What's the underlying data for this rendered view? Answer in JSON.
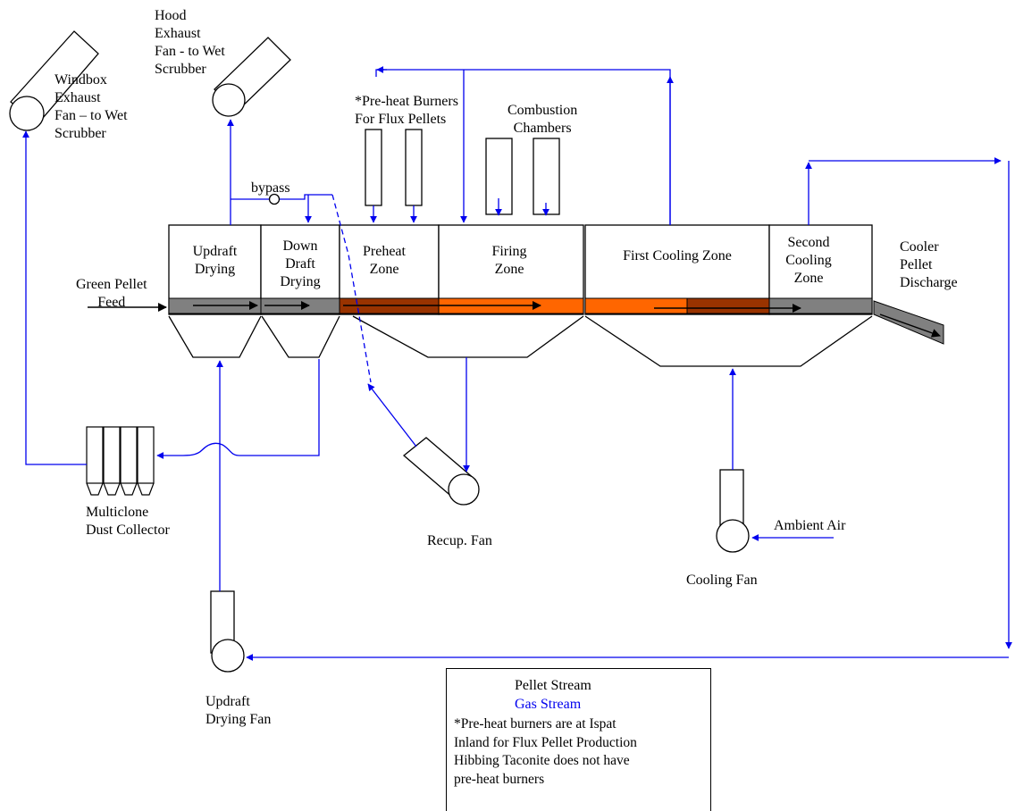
{
  "title": "",
  "colors": {
    "gas": "#0000ee",
    "pellet": "#000000",
    "grate_gray": "#808080",
    "preheat_grate": "#993300",
    "firing_grate": "#ff6600"
  },
  "labels": {
    "windbox_fan": "Windbox\nExhaust\nFan – to Wet\nScrubber",
    "hood_fan": "Hood\nExhaust\nFan - to Wet\nScrubber",
    "preheat_burners": "*Pre-heat Burners\nFor Flux Pellets",
    "combustion_chambers": "Combustion\nChambers",
    "bypass": "bypass",
    "green_pellet_feed": "Green Pellet\nFeed",
    "updraft_drying": "Updraft\nDrying",
    "down_draft_drying": "Down\nDraft\nDrying",
    "preheat_zone": "Preheat\nZone",
    "firing_zone": "Firing\nZone",
    "first_cooling_zone": "First Cooling Zone",
    "second_cooling_zone": "Second\nCooling\nZone",
    "cooler_pellet_discharge": "Cooler\nPellet\nDischarge",
    "multiclone": "Multiclone\nDust Collector",
    "recup_fan": "Recup. Fan",
    "ambient_air": "Ambient Air",
    "cooling_fan": "Cooling Fan",
    "updraft_drying_fan": "Updraft\nDrying Fan"
  },
  "legend": {
    "pellet_stream": "Pellet Stream",
    "gas_stream": "Gas Stream",
    "note_lines": [
      "*Pre-heat burners are at Ispat",
      "Inland for Flux Pellet Production",
      "Hibbing Taconite does not have",
      "pre-heat burners"
    ]
  }
}
